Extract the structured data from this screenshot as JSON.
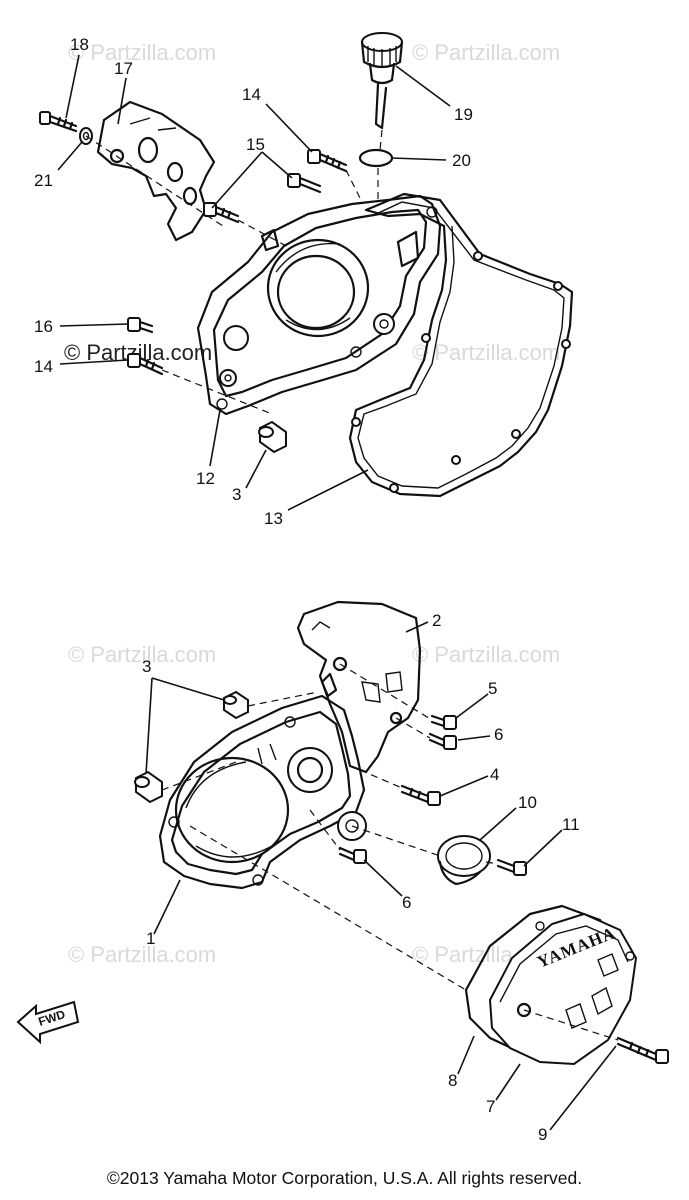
{
  "watermark": "© Partzilla.com",
  "copyright": "©2013  Yamaha Motor Corporation, U.S.A. All rights reserved.",
  "cover_logo": "YAMAHA",
  "fwd_label": "FWD",
  "callouts": [
    "18",
    "17",
    "14",
    "19",
    "15",
    "20",
    "21",
    "16",
    "14",
    "12",
    "3",
    "13",
    "2",
    "3",
    "5",
    "6",
    "4",
    "10",
    "11",
    "6",
    "1",
    "8",
    "7",
    "9"
  ]
}
